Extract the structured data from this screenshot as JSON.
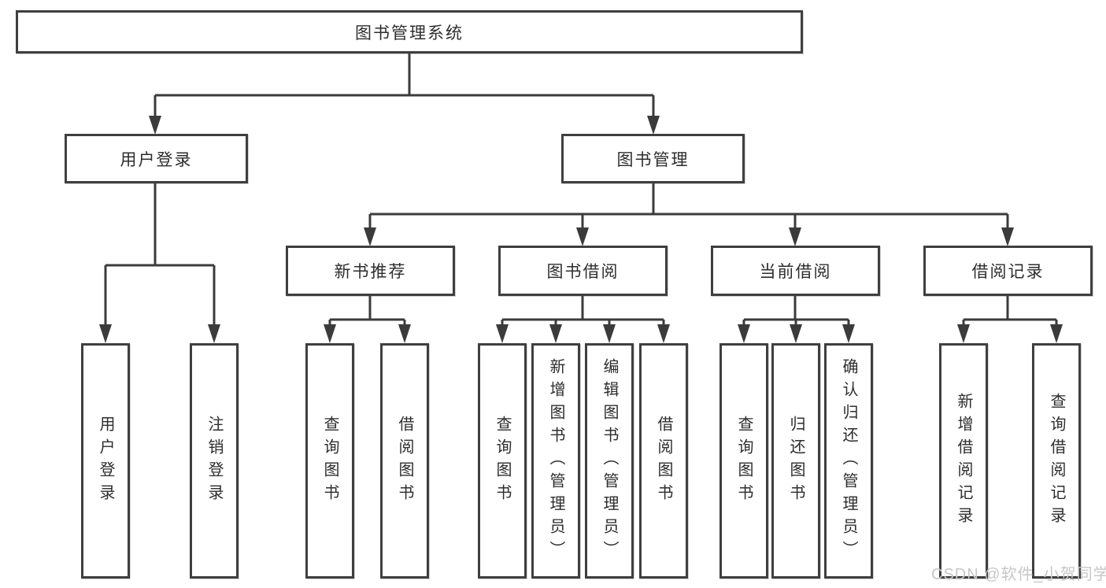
{
  "colors": {
    "bg": "#ffffff",
    "line": "#3b3b3b",
    "box-border": "#3f3f3f",
    "text": "#2d2d2d",
    "watermark": "#c7c7c7"
  },
  "tree": {
    "root": "图书管理系统",
    "login": {
      "label": "用户登录",
      "leaves": [
        "用户登录",
        "注销登录"
      ]
    },
    "management": {
      "label": "图书管理",
      "groups": [
        {
          "label": "新书推荐",
          "leaves": [
            "查询图书",
            "借阅图书"
          ]
        },
        {
          "label": "图书借阅",
          "leaves": [
            "查询图书",
            "新增图书（管理员）",
            "编辑图书（管理员）",
            "借阅图书"
          ]
        },
        {
          "label": "当前借阅",
          "leaves": [
            "查询图书",
            "归还图书",
            "确认归还（管理员）"
          ]
        },
        {
          "label": "借阅记录",
          "leaves": [
            "新增借阅记录",
            "查询借阅记录"
          ]
        }
      ]
    }
  },
  "watermark": "CSDN @软件_小贺同学"
}
